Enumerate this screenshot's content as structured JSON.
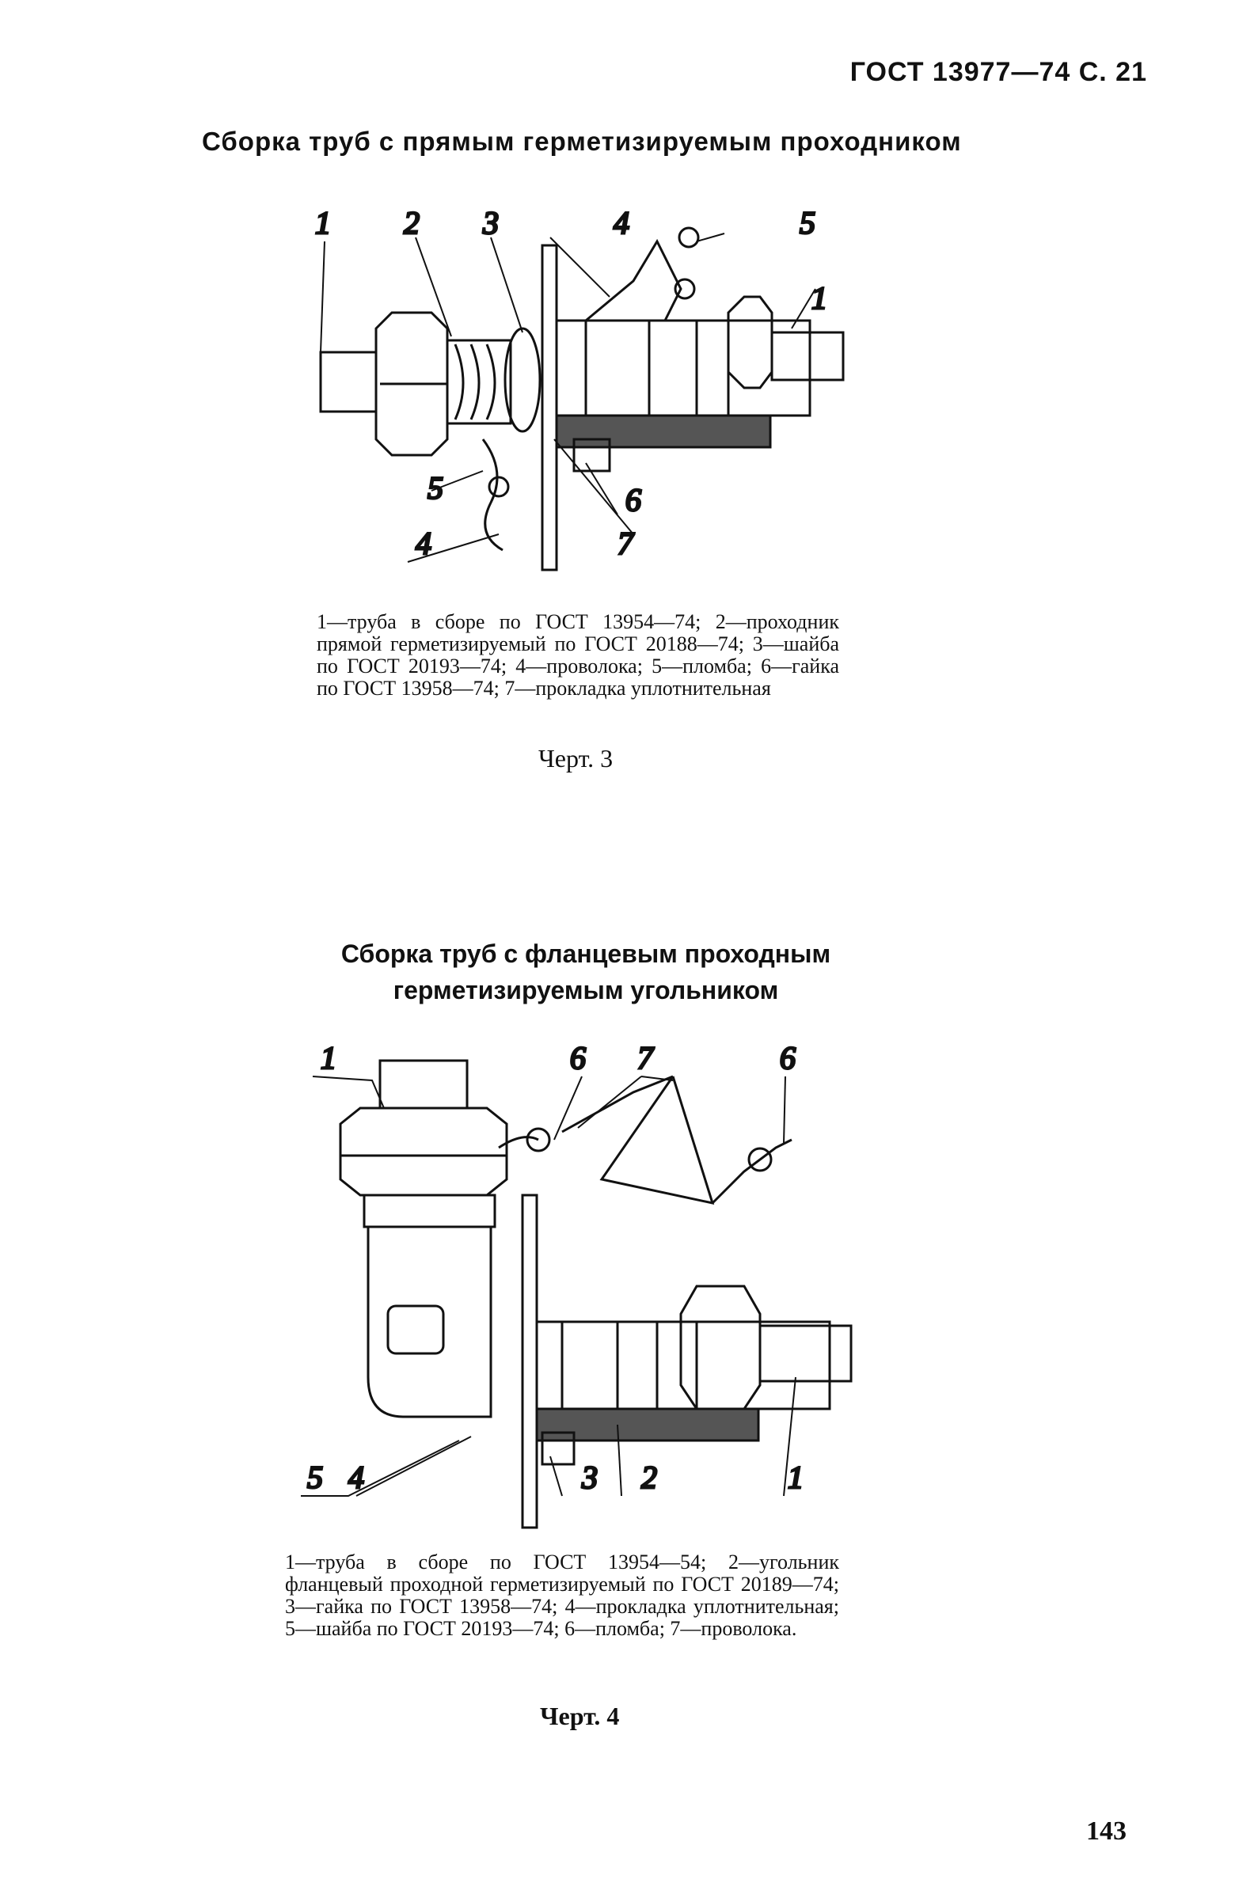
{
  "header": {
    "code": "ГОСТ 13977—74 С. 21"
  },
  "figure1": {
    "title": "Сборка труб с прямым герметизируемым проходником",
    "callouts": [
      "1",
      "2",
      "3",
      "4",
      "5",
      "1",
      "5",
      "4",
      "6",
      "7"
    ],
    "caption": "1—труба в сборе по ГОСТ 13954—74; 2—проходник прямой герметизируемый по ГОСТ 20188—74; 3—шайба по ГОСТ 20193—74; 4—проволока; 5—пломба; 6—гайка по ГОСТ 13958—74; 7—прокладка уплотнительная",
    "label": "Черт. 3"
  },
  "figure2": {
    "title_line1": "Сборка труб с фланцевым проходным",
    "title_line2": "герметизируемым угольником",
    "callouts": [
      "1",
      "6",
      "7",
      "6",
      "5",
      "4",
      "3",
      "2",
      "1"
    ],
    "caption": "1—труба в сборе по ГОСТ 13954—54; 2—угольник фланцевый проходной герметизируемый по ГОСТ 20189—74; 3—гайка по ГОСТ 13958—74; 4—прокладка уплотнительная; 5—шайба по ГОСТ 20193—74; 6—пломба; 7—проволока.",
    "label": "Черт. 4"
  },
  "page_number": "143"
}
